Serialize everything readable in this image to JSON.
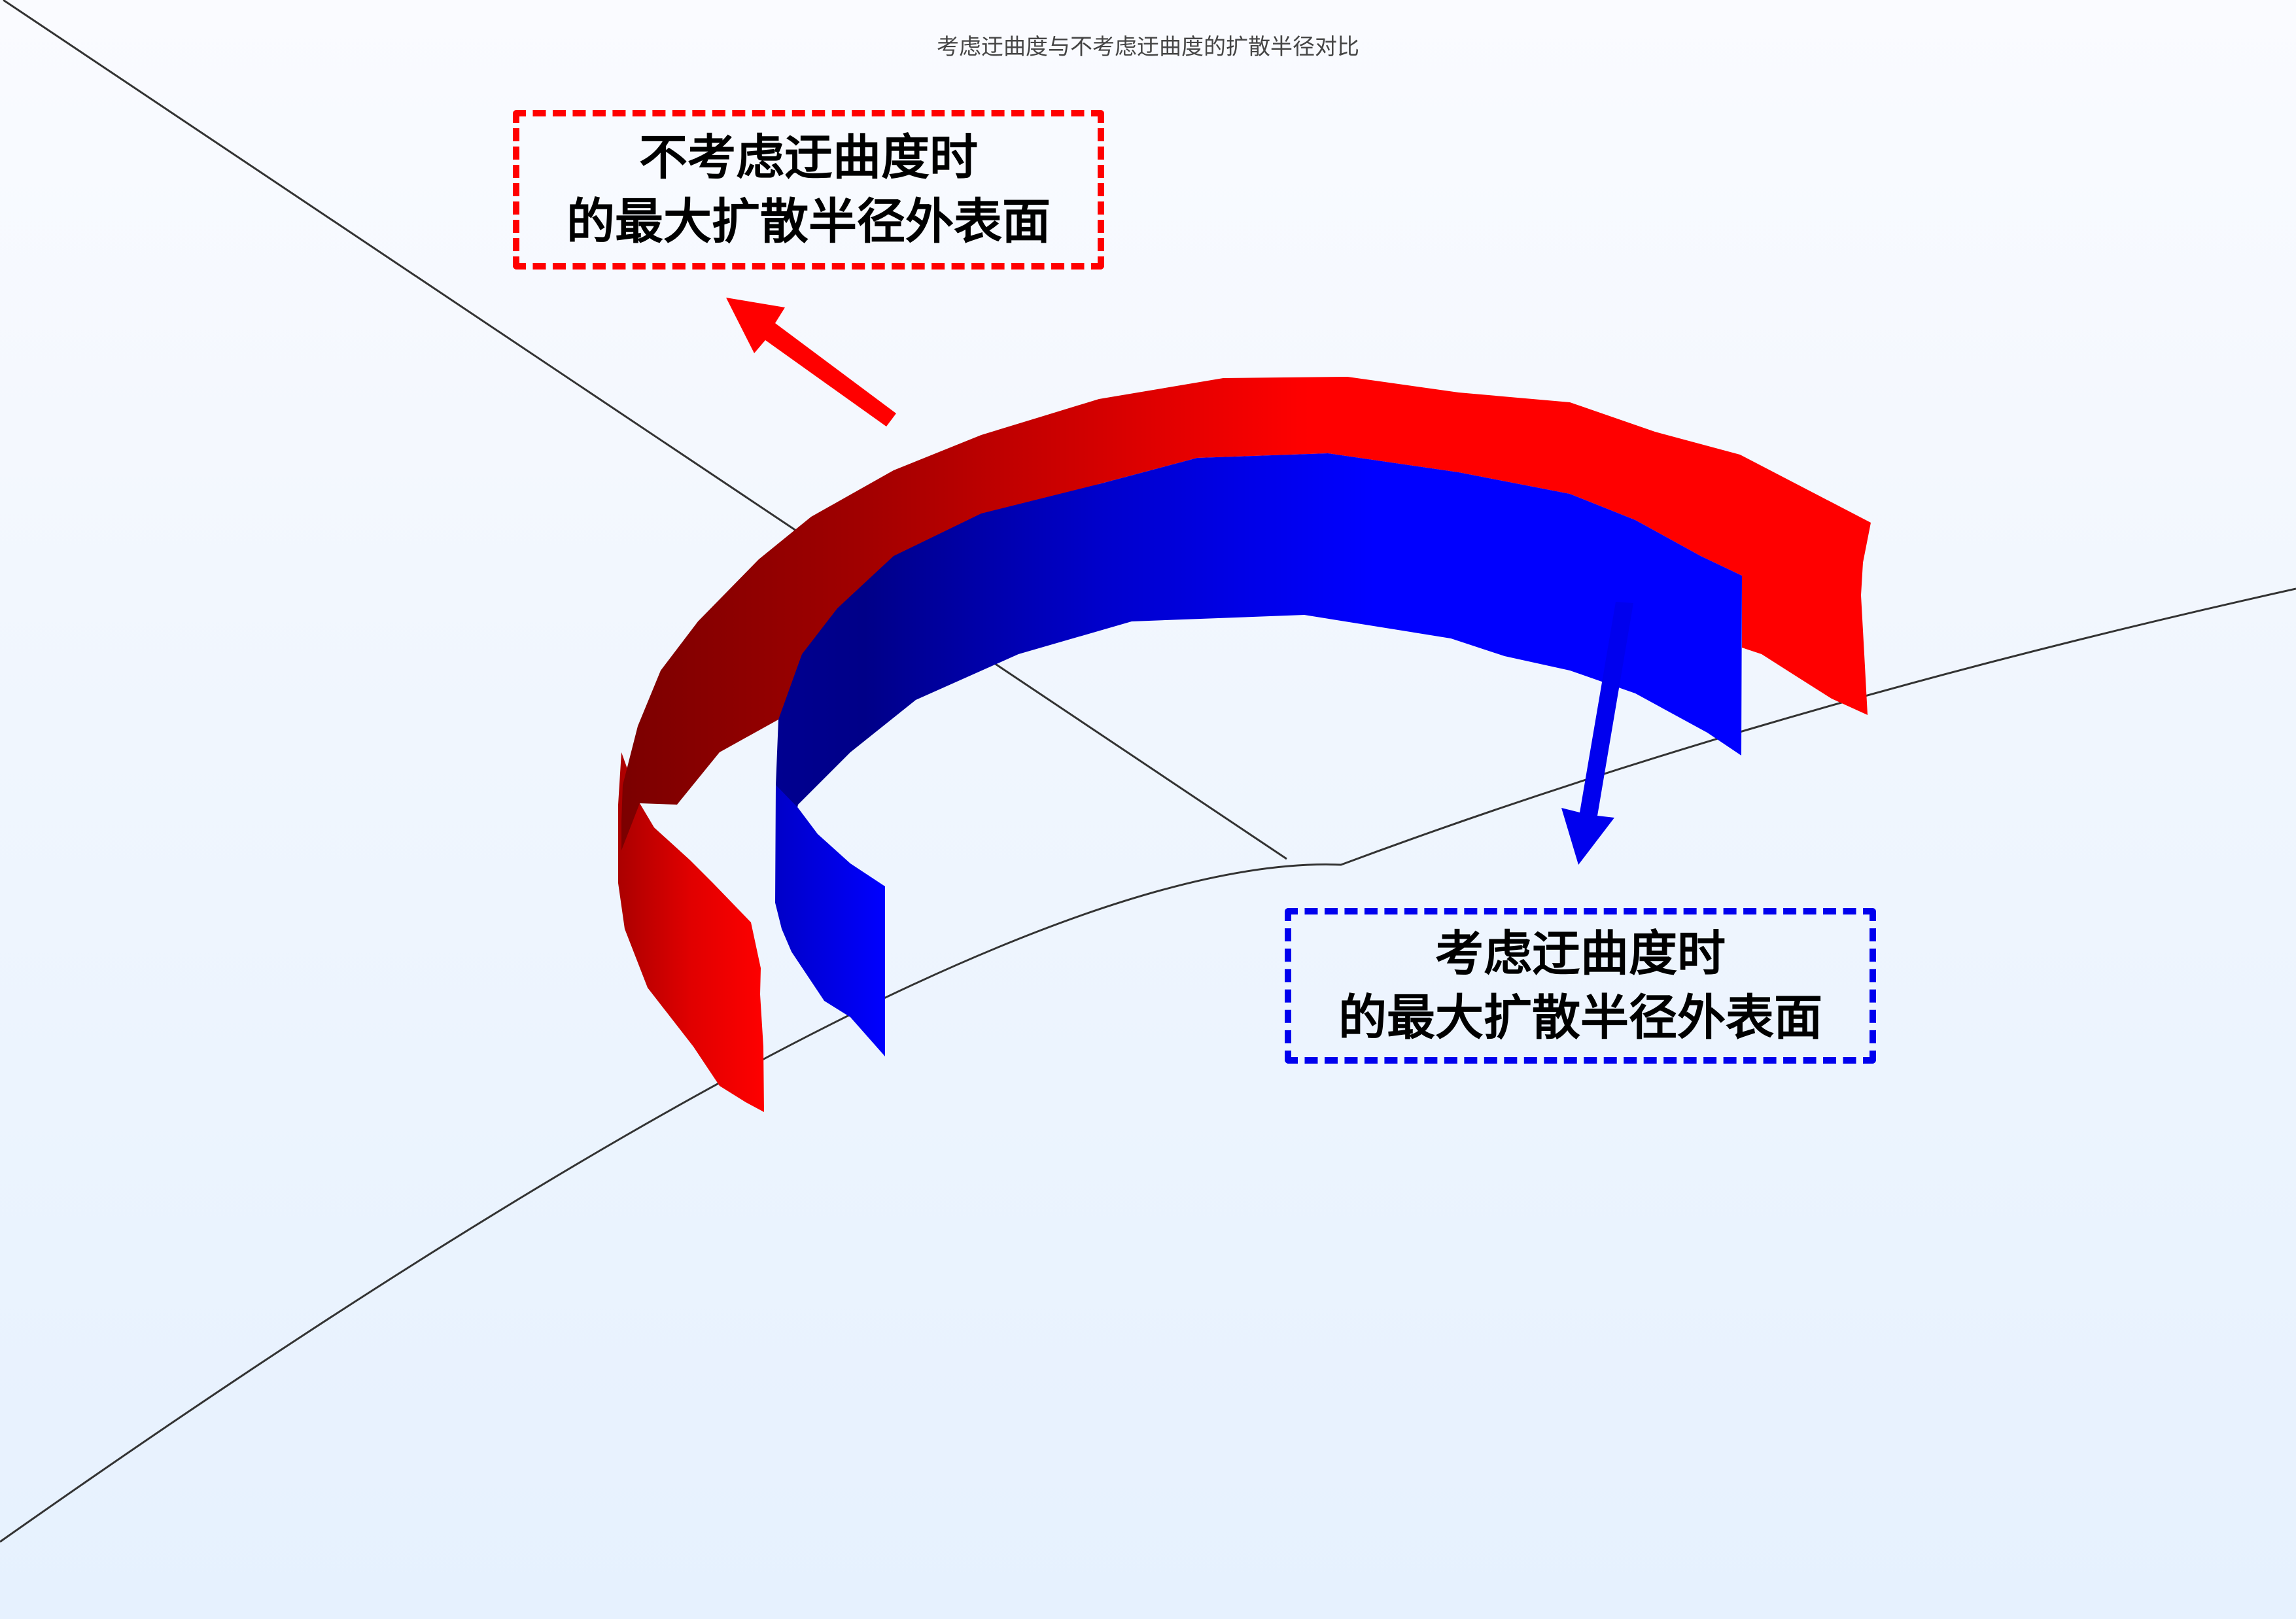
{
  "title": "考虑迂曲度与不考虑迂曲度的扩散半径对比",
  "callouts": {
    "without_tortuosity": {
      "line1": "不考虑迂曲度时",
      "line2": "的最大扩散半径外表面",
      "border_color": "#ff0000"
    },
    "with_tortuosity": {
      "line1": "考虑迂曲度时",
      "line2": "的最大扩散半径外表面",
      "border_color": "#0000ee"
    }
  },
  "surfaces": {
    "without_tortuosity": {
      "color_dark": "#7a0000",
      "color_light": "#ff0000"
    },
    "with_tortuosity": {
      "color_dark": "#000080",
      "color_light": "#0000ff"
    }
  },
  "axes": {
    "line_color": "#333333"
  },
  "background": {
    "top": "#fafbff",
    "bottom": "#e6f1fe"
  }
}
